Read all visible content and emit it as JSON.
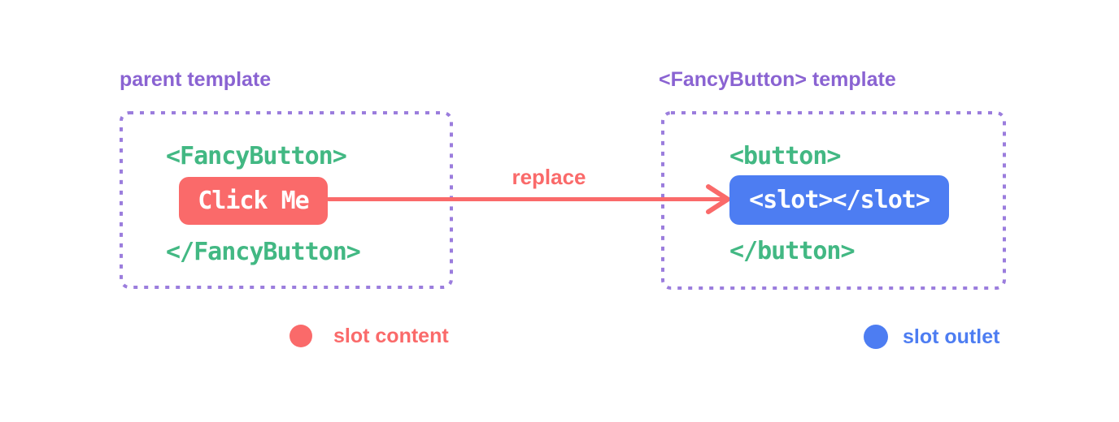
{
  "colors": {
    "red": "#fa6a6a",
    "green": "#42b883",
    "blue": "#4d7df2",
    "purple": "#8a63d2",
    "purple_border": "#9b7ddd",
    "white": "#ffffff",
    "background": "#ffffff"
  },
  "left_panel": {
    "title": "parent template",
    "open_tag": "<FancyButton>",
    "button_label": "Click Me",
    "close_tag": "</FancyButton>"
  },
  "arrow": {
    "label": "replace"
  },
  "right_panel": {
    "title": "<FancyButton> template",
    "open_tag": "<button>",
    "slot_code": "<slot></slot>",
    "close_tag": "</button>"
  },
  "legend": {
    "content": {
      "label": "slot content",
      "color": "#fa6a6a"
    },
    "outlet": {
      "label": "slot outlet",
      "color": "#4d7df2"
    }
  }
}
